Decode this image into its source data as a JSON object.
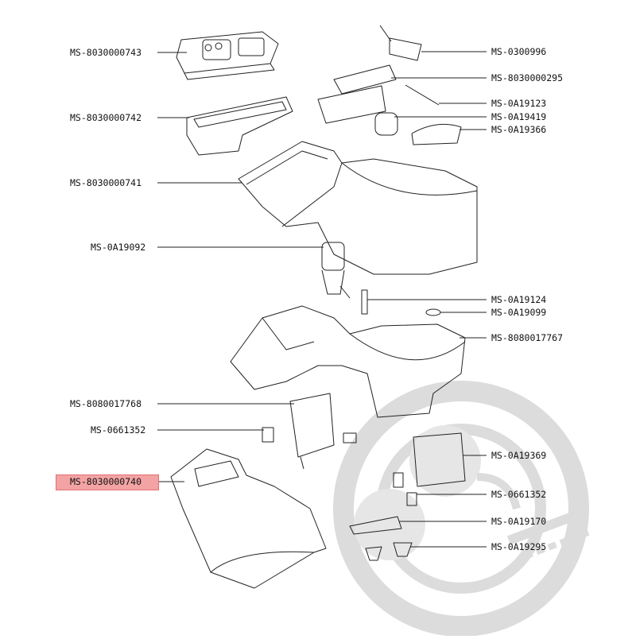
{
  "labels_left": [
    {
      "id": "l1",
      "text": "MS-8030000743"
    },
    {
      "id": "l2",
      "text": "MS-8030000742"
    },
    {
      "id": "l3",
      "text": "MS-8030000741"
    },
    {
      "id": "l4",
      "text": "MS-0A19092"
    },
    {
      "id": "l5",
      "text": "MS-8080017768"
    },
    {
      "id": "l6",
      "text": "MS-0661352"
    },
    {
      "id": "l7",
      "text": "MS-8030000740"
    }
  ],
  "labels_right": [
    {
      "id": "r1",
      "text": "MS-0300996"
    },
    {
      "id": "r2",
      "text": "MS-8030000295"
    },
    {
      "id": "r3",
      "text": "MS-0A19123"
    },
    {
      "id": "r4",
      "text": "MS-0A19419"
    },
    {
      "id": "r5",
      "text": "MS-0A19366"
    },
    {
      "id": "r6",
      "text": "MS-0A19124"
    },
    {
      "id": "r7",
      "text": "MS-0A19099"
    },
    {
      "id": "r8",
      "text": "MS-8080017767"
    },
    {
      "id": "r9",
      "text": "MS-0A19369"
    },
    {
      "id": "r10",
      "text": "MS-0661352"
    },
    {
      "id": "r11",
      "text": "MS-0A19170"
    },
    {
      "id": "r12",
      "text": "MS-0A19295"
    }
  ],
  "highlighted_label": "MS-8030000740",
  "colors": {
    "line": "#222222",
    "highlight": "#f3a3a3",
    "watermark": "#d9d9d9"
  }
}
